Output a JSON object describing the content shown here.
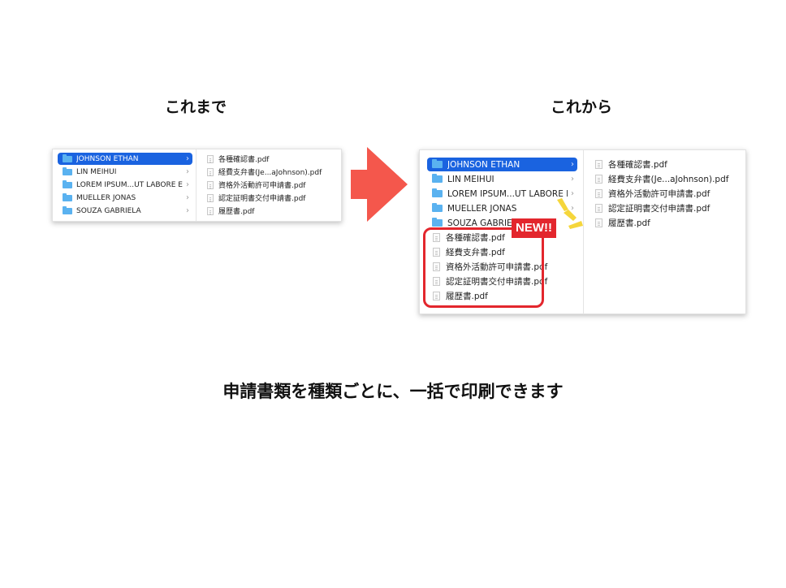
{
  "before": {
    "title": "これまで",
    "folders": [
      {
        "label": "JOHNSON ETHAN",
        "selected": true
      },
      {
        "label": "LIN MEIHUI",
        "selected": false
      },
      {
        "label": "LOREM IPSUM...UT LABORE E",
        "selected": false
      },
      {
        "label": "MUELLER JONAS",
        "selected": false
      },
      {
        "label": "SOUZA GABRIELA",
        "selected": false
      }
    ],
    "files": [
      "各種確認書.pdf",
      "経費支弁書(Je...aJohnson).pdf",
      "資格外活動許可申請書.pdf",
      "認定証明書交付申請書.pdf",
      "履歴書.pdf"
    ]
  },
  "after": {
    "title": "これから",
    "folders": [
      {
        "label": "JOHNSON ETHAN",
        "selected": true
      },
      {
        "label": "LIN MEIHUI",
        "selected": false
      },
      {
        "label": "LOREM IPSUM...UT LABORE E",
        "selected": false
      },
      {
        "label": "MUELLER JONAS",
        "selected": false
      },
      {
        "label": "SOUZA GABRIELA",
        "selected": false
      }
    ],
    "category_files": [
      "各種確認書.pdf",
      "経費支弁書.pdf",
      "資格外活動許可申請書.pdf",
      "認定証明書交付申請書.pdf",
      "履歴書.pdf"
    ],
    "files": [
      "各種確認書.pdf",
      "経費支弁書(Je...aJohnson).pdf",
      "資格外活動許可申請書.pdf",
      "認定証明書交付申請書.pdf",
      "履歴書.pdf"
    ],
    "new_badge": "NEW!!"
  },
  "caption": "申請書類を種類ごとに、一括で印刷できます",
  "colors": {
    "selection": "#1a63e0",
    "arrow": "#f4574c",
    "highlight": "#e3262d",
    "sparkle": "#f5d63b",
    "folder": "#5ab2f0"
  },
  "icons": {
    "folder": "folder-icon",
    "file": "pdf-file-icon",
    "chevron": "chevron-right-icon",
    "arrow": "right-arrow-icon"
  }
}
